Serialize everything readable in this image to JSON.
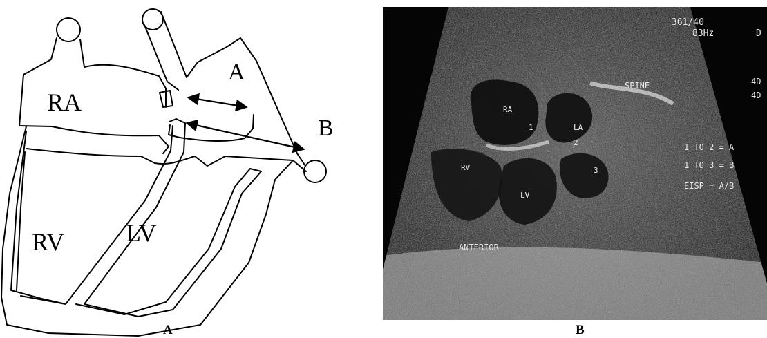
{
  "panel_a": {
    "caption": "A",
    "labels": {
      "right_atrium": "RA",
      "left_atrium_dimension": "A",
      "spine_point": "B",
      "right_ventricle": "RV",
      "left_ventricle": "LV"
    }
  },
  "panel_b": {
    "caption": "B",
    "header": "361/40",
    "frame_rate": "83Hz",
    "corner_d": "D",
    "side_4d_1": "4D",
    "side_4d_2": "4D",
    "labels": {
      "spine": "SPINE",
      "right_atrium": "RA",
      "left_atrium": "LA",
      "right_ventricle": "RV",
      "left_ventricle": "LV",
      "anterior": "ANTERIOR",
      "marker_1": "1",
      "marker_2": "2",
      "marker_3": "3"
    },
    "measurements": [
      "1 TO 2 = A",
      "1 TO 3 = B",
      "EISP = A/B"
    ]
  }
}
